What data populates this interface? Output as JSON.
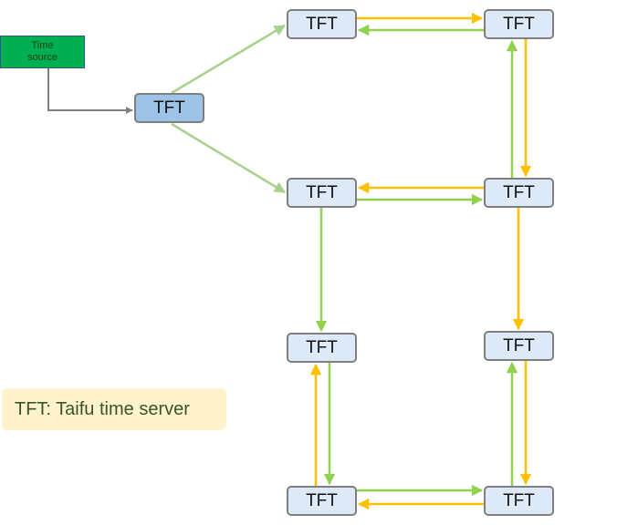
{
  "diagram": {
    "source": {
      "label": "Time\nsource",
      "line1": "Time",
      "line2": "source",
      "fill": "#00b050"
    },
    "nodes": [
      {
        "id": "root",
        "label": "TFT",
        "fill": "#9dc3e6"
      },
      {
        "id": "top-left",
        "label": "TFT"
      },
      {
        "id": "top-right",
        "label": "TFT"
      },
      {
        "id": "mid-left",
        "label": "TFT"
      },
      {
        "id": "mid-right",
        "label": "TFT"
      },
      {
        "id": "lower-left",
        "label": "TFT"
      },
      {
        "id": "lower-right",
        "label": "TFT"
      },
      {
        "id": "bottom-left",
        "label": "TFT"
      },
      {
        "id": "bottom-right",
        "label": "TFT"
      }
    ],
    "legend": {
      "text": "TFT: Taifu time server"
    },
    "colors": {
      "node_fill": "#dde9f6",
      "root_fill": "#9dc3e6",
      "node_border": "#7f7f7f",
      "green_link": "#92d050",
      "light_green_link": "#a9d18e",
      "yellow_link": "#ffc000",
      "gray_link": "#7f7f7f"
    },
    "links": [
      {
        "from": "source",
        "to": "root",
        "color": "gray"
      },
      {
        "from": "root",
        "to": "top-left",
        "color": "light-green"
      },
      {
        "from": "root",
        "to": "mid-left",
        "color": "light-green"
      },
      {
        "from": "top-left",
        "to": "top-right",
        "color": "yellow"
      },
      {
        "from": "top-right",
        "to": "top-left",
        "color": "green"
      },
      {
        "from": "mid-right",
        "to": "top-right",
        "color": "green"
      },
      {
        "from": "top-right",
        "to": "mid-right",
        "color": "yellow"
      },
      {
        "from": "mid-right",
        "to": "mid-left",
        "color": "yellow"
      },
      {
        "from": "mid-left",
        "to": "mid-right",
        "color": "green"
      },
      {
        "from": "mid-left",
        "to": "lower-left",
        "color": "green"
      },
      {
        "from": "mid-right",
        "to": "lower-right",
        "color": "yellow"
      },
      {
        "from": "bottom-left",
        "to": "lower-left",
        "color": "yellow"
      },
      {
        "from": "lower-left",
        "to": "bottom-left",
        "color": "green"
      },
      {
        "from": "bottom-right",
        "to": "lower-right",
        "color": "green"
      },
      {
        "from": "lower-right",
        "to": "bottom-right",
        "color": "yellow"
      },
      {
        "from": "bottom-left",
        "to": "bottom-right",
        "color": "green"
      },
      {
        "from": "bottom-right",
        "to": "bottom-left",
        "color": "yellow"
      }
    ]
  }
}
